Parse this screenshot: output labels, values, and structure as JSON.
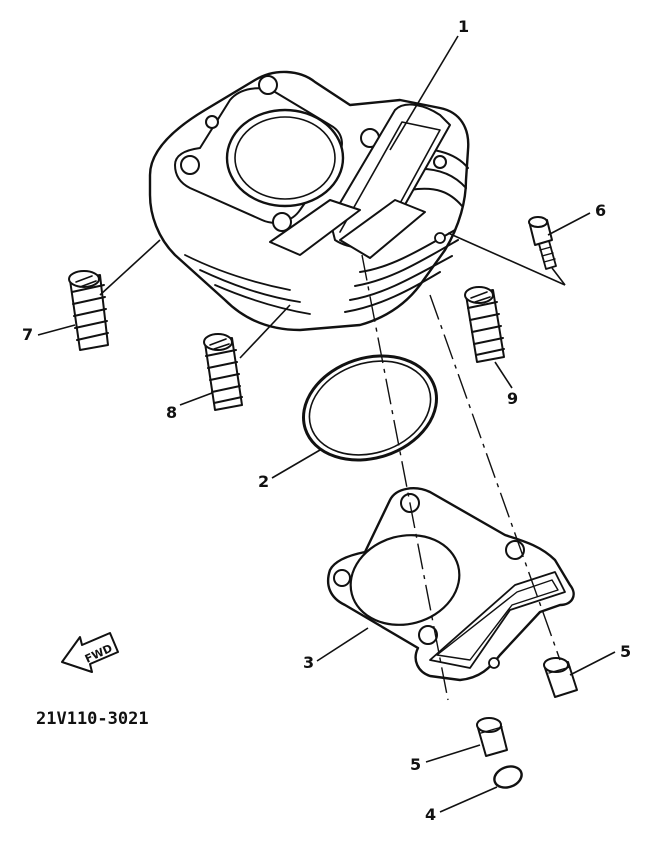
{
  "diagram": {
    "drawing_code": "21V110-3021",
    "fwd_label": "FWD",
    "callouts": {
      "cylinder": "1",
      "o_ring": "2",
      "head_gasket": "3",
      "clip": "4",
      "dowel_right": "5",
      "dowel_bottom": "5",
      "bolt": "6",
      "stud_left": "7",
      "stud_center": "8",
      "stud_right": "9"
    }
  }
}
